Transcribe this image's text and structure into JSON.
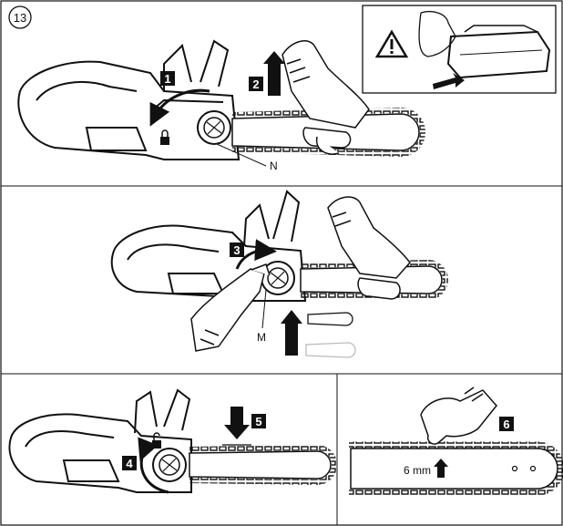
{
  "figure_number": "13",
  "steps": {
    "s1": "1",
    "s2": "2",
    "s3": "3",
    "s4": "4",
    "s5": "5",
    "s6": "6"
  },
  "labels": {
    "N": "N",
    "M": "M",
    "measure": "6 mm"
  },
  "icons": [
    "warning-icon",
    "battery-icon",
    "lock-icon",
    "unlock-icon",
    "arrow-up-icon",
    "arrow-down-icon"
  ]
}
